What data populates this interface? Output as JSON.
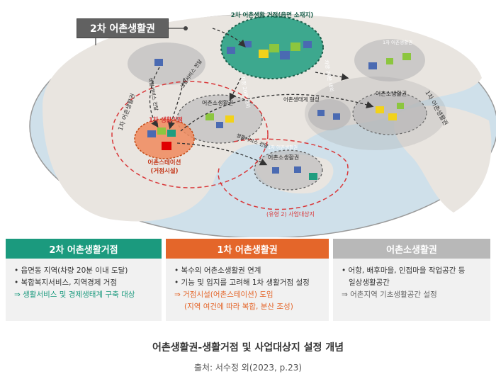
{
  "diagram": {
    "header_label": "2차 어촌생활권",
    "top_center_label": "2차 어촌생활 거점(읍면 소재지)",
    "label_1st_living_area_left": "1차 어촌생활권",
    "label_1st_living_area_right": "1차 어촌생활권",
    "label_1st_living_area_topright": "1차 어촌생활권",
    "label_1st_living_area_bottom": "1차 어촌생활권",
    "label_1st_living_base": "1차 생활거점",
    "label_small_area_1": "어촌소생활권",
    "label_small_area_2": "어촌소생활권",
    "label_small_area_3": "어촌소생활권",
    "label_station_line1": "어촌스테이션",
    "label_station_line2": "(거점시설)",
    "label_service_1": "생활서비스 전달",
    "label_service_2": "생활서비스 전달",
    "label_service_3": "생활서비스 전달",
    "label_ecosystem": "어촌생태계 형성",
    "label_distance_1": "차량 20분 내외",
    "label_distance_2": "차량 20분 내외",
    "label_target_site": "(유형 2) 사업대상지"
  },
  "panels": [
    {
      "title": "2차 어촌생활거점",
      "lines": [
        "• 읍면동 지역(차량 20분 이내 도달)",
        "• 복합복지서비스, 지역경제 거점"
      ],
      "result": "⇒ 생활서비스 및 경제생태계 구축 대상"
    },
    {
      "title": "1차 어촌생활권",
      "lines": [
        "• 복수의 어촌소생활권 연계",
        "• 기능 및 입지를 고려해 1차 생활거점 설정"
      ],
      "result": "⇒ 거점시설(어촌스테이션) 도입",
      "result_sub": "(지역 여건에 따라 복합, 분산 조성)"
    },
    {
      "title": "어촌소생활권",
      "lines": [
        "• 어항, 배후마을, 인접마을 작업공간 등",
        "일상생활공간"
      ],
      "result": "⇒ 어촌지역 기초생활공간 설정"
    }
  ],
  "caption": "어촌생활권-생활거점 및 사업대상지 설정 개념",
  "source": "출처: 서수정 외(2023, p.23)",
  "colors": {
    "teal": "#1b9a7e",
    "orange": "#e4662a",
    "gray": "#b8b8b8",
    "dark_gray": "#616161",
    "red_dash": "#d9383a"
  }
}
